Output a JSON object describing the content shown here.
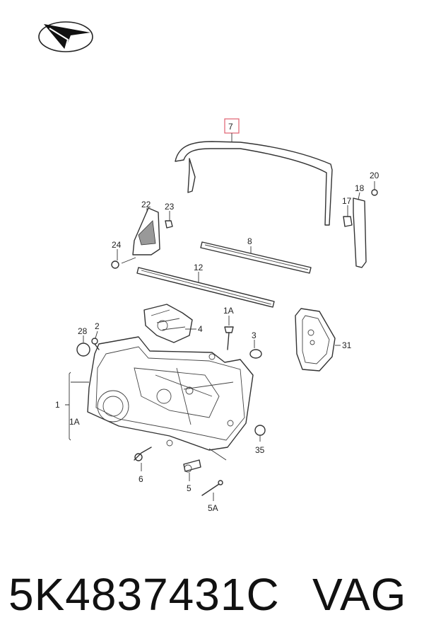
{
  "callouts": {
    "c7": "7",
    "c8": "8",
    "c12": "12",
    "c17": "17",
    "c18": "18",
    "c20": "20",
    "c22": "22",
    "c23": "23",
    "c24": "24",
    "c1A_top": "1A",
    "c2": "2",
    "c3": "3",
    "c4": "4",
    "c28": "28",
    "c31": "31",
    "c1": "1",
    "c1A_side": "1A",
    "c35": "35",
    "c6": "6",
    "c5": "5",
    "c5A": "5A"
  },
  "footer": {
    "part_number": "5K4837431C",
    "brand": "VAG"
  },
  "colors": {
    "highlight_box": "#e06070",
    "line": "#333333"
  },
  "logo": "stylized-arrow-logo"
}
